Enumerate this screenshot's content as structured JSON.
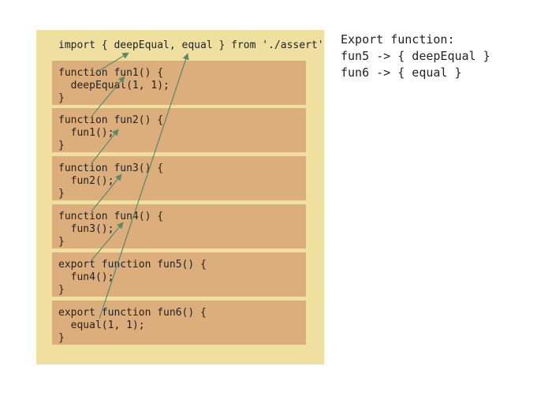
{
  "import_line": "import { deepEqual, equal } from './assert'",
  "blocks": [
    {
      "line1": "function fun1() {",
      "line2": "  deepEqual(1, 1);",
      "line3": "}"
    },
    {
      "line1": "function fun2() {",
      "line2": "  fun1();",
      "line3": "}"
    },
    {
      "line1": "function fun3() {",
      "line2": "  fun2();",
      "line3": "}"
    },
    {
      "line1": "function fun4() {",
      "line2": "  fun3();",
      "line3": "}"
    },
    {
      "line1": "export function fun5() {",
      "line2": "  fun4();",
      "line3": "}"
    },
    {
      "line1": "export function fun6() {",
      "line2": "  equal(1, 1);",
      "line3": "}"
    }
  ],
  "exports": {
    "heading": "Export function:",
    "fun5": "fun5 -> { deepEqual }",
    "fun6": "fun6 -> { equal }"
  },
  "colors": {
    "panel": "#efe0a0",
    "block": "#dcae7c",
    "arrow": "#5a8a6a"
  }
}
